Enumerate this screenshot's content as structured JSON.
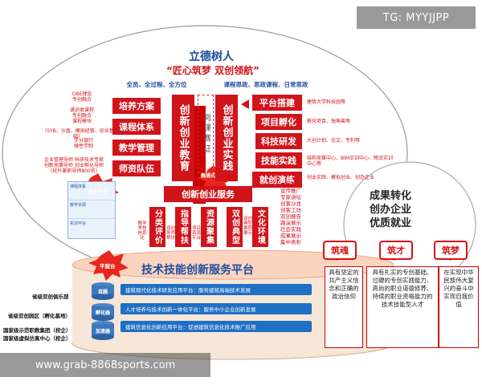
{
  "watermark_top": "TG: MYYJJPP",
  "watermark_bottom": "www.grab-8868sports.com",
  "title": "立德树人",
  "subtitle": "“匠心筑梦  双创领航”",
  "tagline_left": "全员、全过程、全方位",
  "tagline_right": "课程思政、思政课程、日常思政",
  "left_notes": [
    "OBE理念\n专创融合",
    "通识类课程\n专创融合\n课程模块",
    "（SYB、沙盘、模拟经营、创业基础）",
    "学分银行\n弹性学制",
    "企业管理导师  科研技术专家\n创新竞赛导师  创业孵化导师\n（校外兼职导师800名）"
  ],
  "left_boxes": [
    "培养方案",
    "课程体系",
    "教学管理",
    "师资队伍"
  ],
  "center_left_vertical": "创新创业教育",
  "center_dashed": "岗课赛证",
  "center_right_vertical": "创新创业实践",
  "center_small_label": "融通式",
  "right_boxes": [
    "平台搭建",
    "项目孵化",
    "科技研发",
    "技能实践",
    "就创演练"
  ],
  "right_notes": [
    "建筑大学科技园等",
    "孵化项目、独角兽等",
    "大创计划、论文、专利等",
    "结构竞赛中心、BIM实训中心、物流实训中心等",
    "创业实践、模拟创业、创办企业"
  ],
  "blue_panels": [
    "课程体系",
    "教学资源",
    "实训平台"
  ],
  "center_bar": "创新创业服务",
  "center_bar_left_badge": "服务平台",
  "service_columns": [
    "分类评价",
    "指导帮扶",
    "资源聚集",
    "双创典型",
    "文化环境"
  ],
  "service_subnotes": [
    "教学考核信息化",
    "双创导师帮扶",
    "项目资源平台",
    "双创典型案例展示",
    ""
  ],
  "right_culture_notes": "文化建设\n宣传推广\n专家讲坛\n创客沙龙\n创客工坊\n双创报告\n路演展示\n社会实践\n成果展示\n集中表彰",
  "outcome": [
    "成果转化",
    "创办企业",
    "优质就业"
  ],
  "three_tags": [
    "筑魂",
    "筑才",
    "筑梦"
  ],
  "three_texts": [
    "具有坚定的共产主义信念和正确的政治信仰",
    "具有扎实的专创基础、过硬的专创实践能力、高尚的职业道德修养、持续的职业资格能力的技术技能型人才",
    "在实现中华民族伟大复兴的奋斗中实现自我价值"
  ],
  "platform_title": "技术技能创新服务平台",
  "platform_badge": "平服台",
  "bars": [
    "建筑现代化技术研发应用平台：服务建筑高端技术发展",
    "人才培养与技术创新一体化平台：服务中小企业创新发展",
    "建筑信息化创新应用平台：促进建筑信息化技术推广应用"
  ],
  "cyl_labels": [
    "苗圃",
    "孵化器",
    "加速器"
  ],
  "left_base_labels": [
    "省级双创俱乐部",
    "省级双创园区（孵化基地）",
    "国家级示范职教集团（校企）",
    "国家级虚拟仿真中心（校企）"
  ],
  "colors": {
    "red": "#d1131a",
    "blue": "#1f6fc4",
    "navy": "#1f4e9e",
    "base": "#f6e6d8"
  }
}
